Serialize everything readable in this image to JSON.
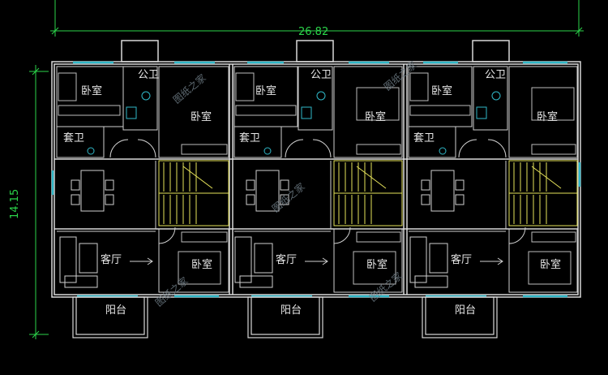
{
  "dimensions": {
    "width_label": "26.82",
    "height_label": "14.15"
  },
  "rooms": {
    "bedroom": "卧室",
    "public_bath": "公卫",
    "suite_bath": "套卫",
    "living_room": "客厅",
    "balcony": "阳台"
  },
  "watermark": "图纸之家",
  "colors": {
    "background": "#000000",
    "wall": "#d9d9d9",
    "dimension": "#2bd44a",
    "window": "#2fb8c8",
    "stair": "#e6e35a",
    "door_arc": "#cfcfcf"
  }
}
